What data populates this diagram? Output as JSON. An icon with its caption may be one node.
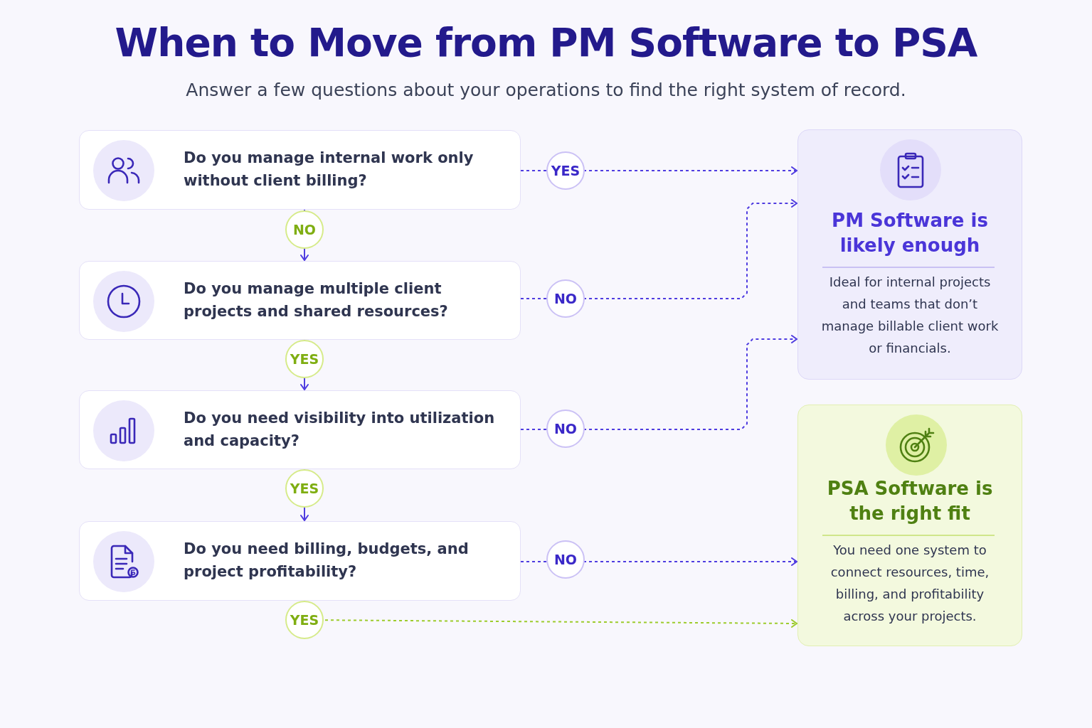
{
  "diagram": {
    "title": "When to Move from PM Software to PSA",
    "nodes": [
      {
        "text": [
          "Do you manage internal work only without client billing?"
        ]
      },
      {
        "text": [
          "Do you manage multiple client projects and shared resources?"
        ]
      },
      {
        "text": [
          "Do you need visibility into utilization and capacity?"
        ]
      },
      {
        "text": [
          "Do you need billing, budgets, and project profitability?"
        ]
      },
      {
        "text": [
          "PM Software is likely enough",
          "Ideal for internal projects and teams that don’t manage billable client work or financials."
        ]
      },
      {
        "text": [
          "PSA Software is the right fit",
          "You need one system to connect resources, time, billing, and profitability across your projects."
        ]
      }
    ],
    "edges": [
      {
        "from": 0,
        "to": 4,
        "arrow": "to",
        "label": "YES",
        "style": "dashed"
      },
      {
        "from": 0,
        "to": 1,
        "arrow": "to",
        "label": "NO"
      },
      {
        "from": 1,
        "to": 4,
        "arrow": "to",
        "label": "NO",
        "style": "dashed"
      },
      {
        "from": 1,
        "to": 2,
        "arrow": "to",
        "label": "YES"
      },
      {
        "from": 2,
        "to": 4,
        "arrow": "to",
        "label": "NO",
        "style": "dashed"
      },
      {
        "from": 2,
        "to": 3,
        "arrow": "to",
        "label": "YES"
      },
      {
        "from": 3,
        "to": 5,
        "arrow": "to",
        "label": "NO",
        "style": "dashed"
      },
      {
        "from": 3,
        "to": 5,
        "arrow": "to",
        "label": "YES",
        "style": "dashed",
        "color": "#9dcc2c"
      }
    ],
    "labels": [
      "Answer a few questions about your operations to find the right system of record."
    ]
  }
}
